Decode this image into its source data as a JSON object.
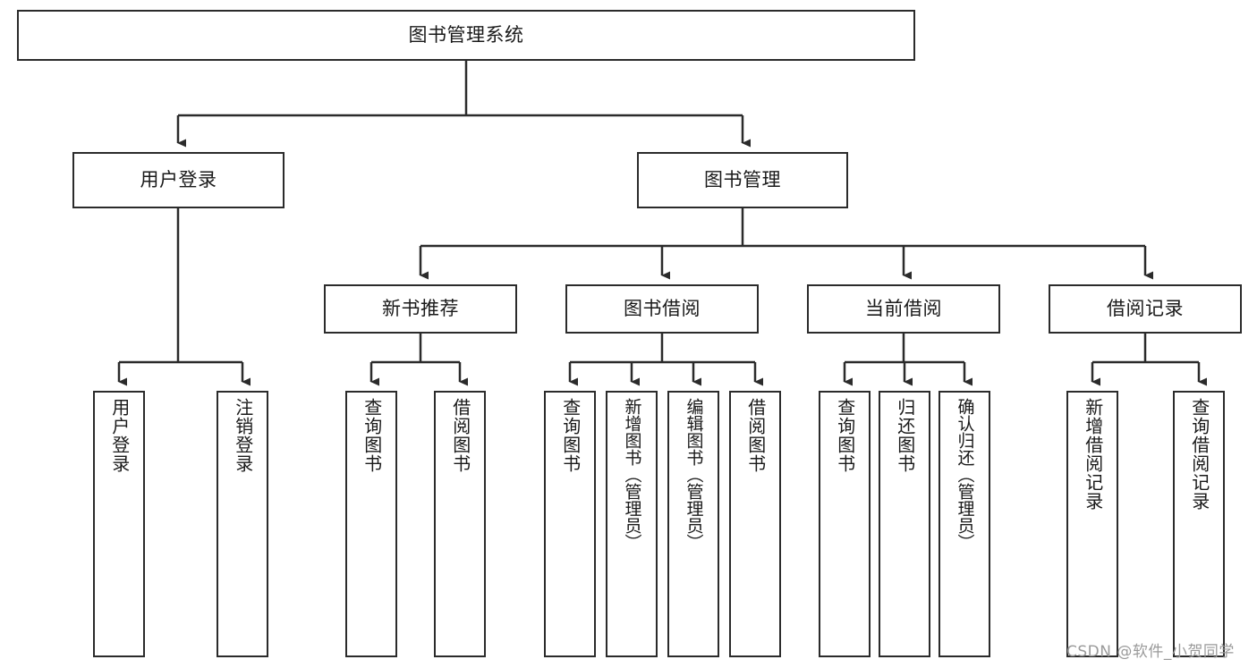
{
  "diagram": {
    "type": "tree",
    "title": "图书管理系统",
    "root": {
      "id": "root",
      "label": "图书管理系统"
    },
    "level2": [
      {
        "id": "user-login",
        "label": "用户登录"
      },
      {
        "id": "book-management",
        "label": "图书管理"
      }
    ],
    "level3": [
      {
        "id": "new-book-recommend",
        "label": "新书推荐",
        "parent": "book-management"
      },
      {
        "id": "book-borrow",
        "label": "图书借阅",
        "parent": "book-management"
      },
      {
        "id": "current-borrow",
        "label": "当前借阅",
        "parent": "book-management"
      },
      {
        "id": "borrow-record",
        "label": "借阅记录",
        "parent": "book-management"
      }
    ],
    "leaves": {
      "user_login": [
        {
          "id": "leaf-user-login",
          "label": "用户登录"
        },
        {
          "id": "leaf-user-logout",
          "label": "注销登录"
        }
      ],
      "new_book_recommend": [
        {
          "id": "leaf-query-book-1",
          "label": "查询图书"
        },
        {
          "id": "leaf-borrow-book-1",
          "label": "借阅图书"
        }
      ],
      "book_borrow": [
        {
          "id": "leaf-query-book-2",
          "label": "查询图书"
        },
        {
          "id": "leaf-add-book",
          "label": "新增图书（管理员）"
        },
        {
          "id": "leaf-edit-book",
          "label": "编辑图书（管理员）"
        },
        {
          "id": "leaf-borrow-book-2",
          "label": "借阅图书"
        }
      ],
      "current_borrow": [
        {
          "id": "leaf-query-book-3",
          "label": "查询图书"
        },
        {
          "id": "leaf-return-book",
          "label": "归还图书"
        },
        {
          "id": "leaf-confirm-return",
          "label": "确认归还（管理员）"
        }
      ],
      "borrow_record": [
        {
          "id": "leaf-add-record",
          "label": "新增借阅记录"
        },
        {
          "id": "leaf-query-record",
          "label": "查询借阅记录"
        }
      ]
    }
  },
  "watermark": {
    "text": "CSDN @软件_小贺同学"
  },
  "colors": {
    "stroke": "#2b2b2b",
    "background": "#ffffff",
    "text": "#1a1a1a",
    "watermark": "#9a9a9a"
  }
}
